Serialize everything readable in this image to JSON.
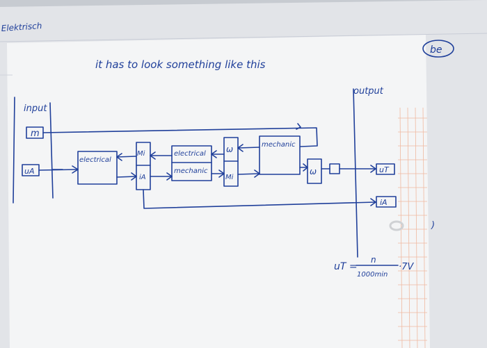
{
  "top_corner_text": "Elektrisch",
  "corner_text": "be",
  "caption": "it has to look something like this",
  "input_label": "input",
  "output_label": "output",
  "inputs": {
    "m": "m",
    "ua": "uA"
  },
  "blocks": {
    "electrical_left": "electrical",
    "mi_top": "Mi",
    "ia": "iA",
    "electrical_mid": "electrical",
    "mechanic_mid": "mechanic",
    "omega_mid": "ω",
    "mi_right": "Mi",
    "mechanic_top": "mechanic",
    "omega_out": "ω"
  },
  "outputs": {
    "ut": "uT",
    "ia": "iA"
  },
  "formula": {
    "lhs": "uT =",
    "numerator": "n",
    "denominator": "1000min",
    "suffix": "·7V"
  }
}
